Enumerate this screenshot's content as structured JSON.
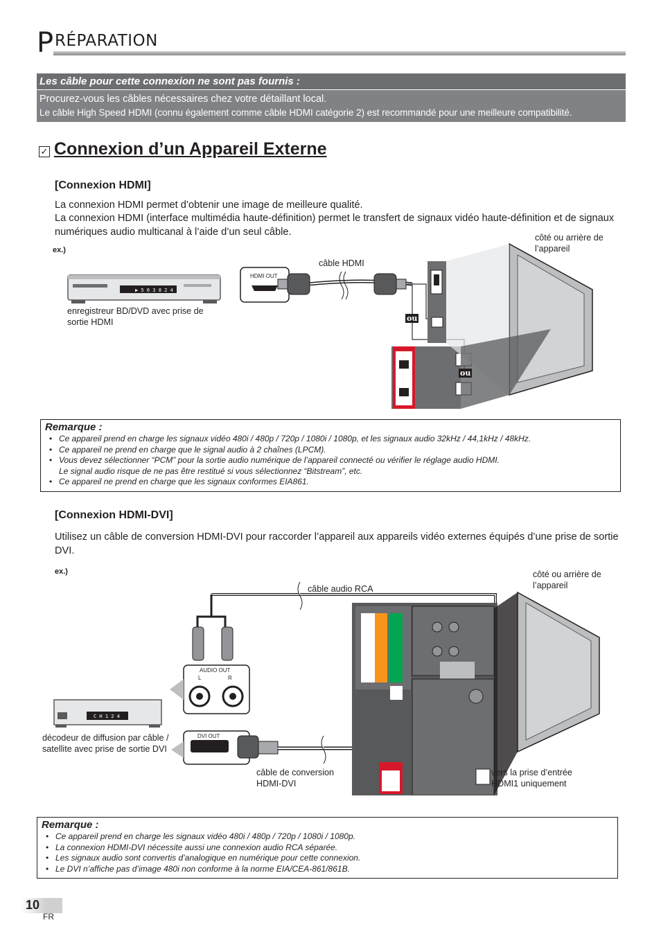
{
  "header": {
    "initial": "P",
    "rest": "RÉPARATION"
  },
  "notice": {
    "title": "Les câble pour cette connexion ne sont pas fournis :",
    "line1": "Procurez-vous les câbles nécessaires chez votre détaillant local.",
    "line2": "Le câble High Speed HDMI (connu également comme câble HDMI catégorie 2) est recommandé pour une meilleure compatibilité."
  },
  "section": {
    "checkbox": "✓",
    "title": "Connexion d’un Appareil Externe"
  },
  "hdmi": {
    "heading": "[Connexion HDMI]",
    "p1": "La connexion HDMI permet d’obtenir une image de meilleure qualité.",
    "p2": "La connexion HDMI (interface multimédia haute-définition) permet le transfert de signaux vidéo haute-définition et de signaux numériques audio multicanal à l’aide d’un seul câble.",
    "ex": "ex.)",
    "cable_label": "câble HDMI",
    "hdmi_out": "HDMI OUT",
    "device_label": "enregistreur BD/DVD avec prise de sortie HDMI",
    "tv_label": "côté ou arrière de l’appareil",
    "ou1": "ou",
    "ou2": "ou"
  },
  "remark1": {
    "title": "Remarque :",
    "items": [
      "Ce appareil prend en charge les signaux vidéo 480i / 480p / 720p / 1080i / 1080p, et les signaux audio 32kHz / 44,1kHz / 48kHz.",
      "Ce appareil ne prend en charge que le signal audio à 2 chaînes (LPCM).",
      "Vous devez sélectionner “PCM” pour la sortie audio numérique de l’appareil connecté ou vérifier le réglage audio HDMI.",
      "Ce appareil ne prend en charge que les signaux conformes EIA861."
    ],
    "item3_cont": "Le signal audio risque de ne pas être restitué si vous sélectionnez “Bitstream”, etc."
  },
  "dvi": {
    "heading": "[Connexion HDMI-DVI]",
    "p1": "Utilisez un câble de conversion HDMI-DVI pour raccorder l’appareil aux appareils vidéo externes équipés d’une prise de sortie DVI.",
    "ex": "ex.)",
    "audio_cable": "câble audio RCA",
    "audio_out": "AUDIO OUT",
    "l": "L",
    "r": "R",
    "dvi_out": "DVI OUT",
    "device_label": "décodeur de diffusion par câble / satellite avec prise de sortie DVI",
    "conv_label": "câble de conversion HDMI-DVI",
    "tv_label": "côté ou arrière de l’appareil",
    "input_label": "vers la prise d’entrée HDMI1 uniquement"
  },
  "remark2": {
    "title": "Remarque :",
    "items": [
      "Ce appareil prend en charge les signaux vidéo 480i / 480p / 720p / 1080i / 1080p.",
      "La connexion HDMI-DVI nécessite aussi une connexion audio RCA séparée.",
      "Les signaux audio sont convertis d’analogique en numérique pour cette connexion.",
      "Le DVI n’affiche pas d’image 480i non conforme à la norme EIA/CEA-861/861B."
    ]
  },
  "footer": {
    "page": "10",
    "lang": "FR"
  },
  "colors": {
    "notice_title_bg": "#6d6e71",
    "notice_body_bg": "#818285",
    "text": "#231f20"
  }
}
